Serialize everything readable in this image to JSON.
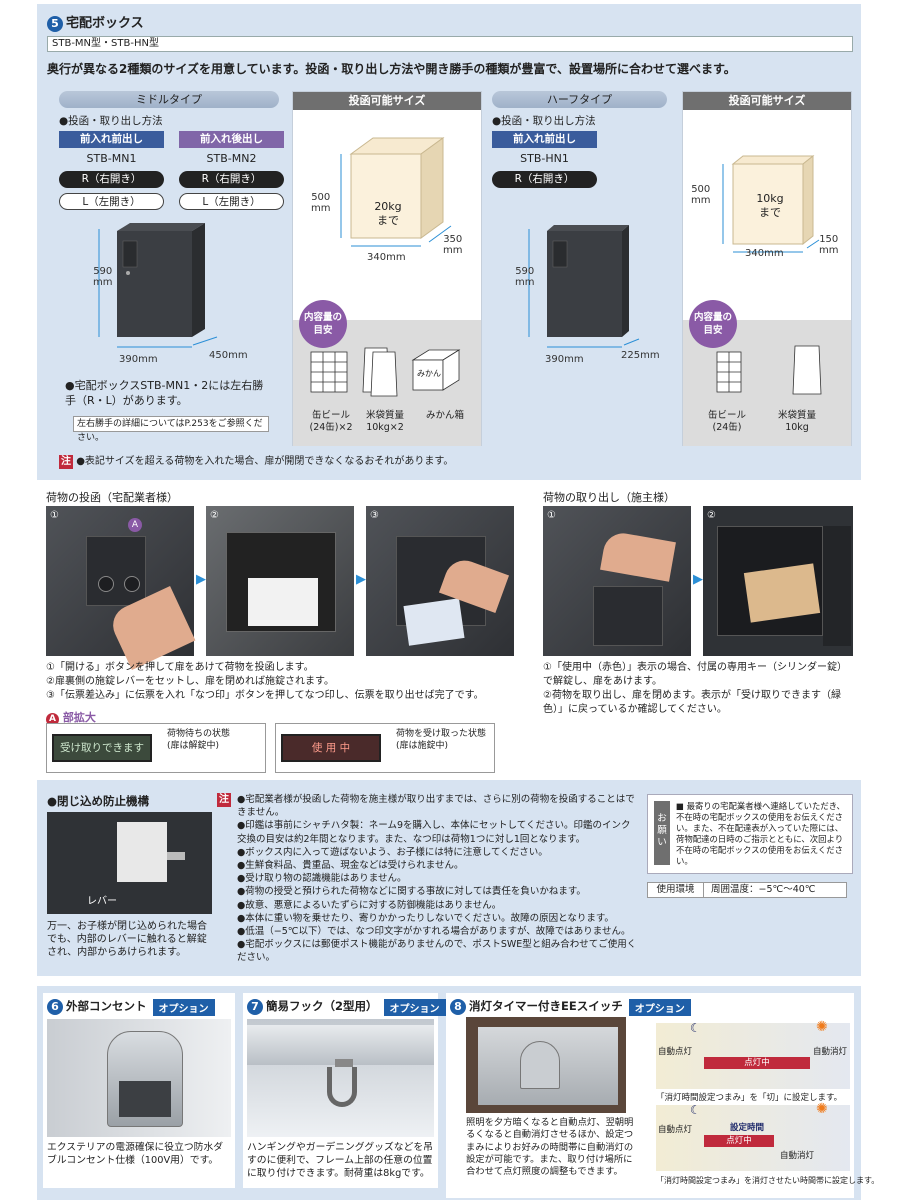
{
  "sec5": {
    "num": "5",
    "title": "宅配ボックス",
    "model_tag": "STB-MN型・STB-HN型",
    "intro": "奥行が異なる2種類のサイズを用意しています。投函・取り出し方法や開き勝手の種類が豊富で、設置場所に合わせて選べます。",
    "middle": {
      "type_label": "ミドルタイプ",
      "method_title": "●投函・取り出し方法",
      "col1_label": "前入れ前出し",
      "col1_model": "STB-MN1",
      "col2_label": "前入れ後出し",
      "col2_model": "STB-MN2",
      "r_label": "R（右開き）",
      "l_label": "L（左開き）",
      "h_dim": "590",
      "unit": "mm",
      "w_dim": "390mm",
      "d_dim": "450mm",
      "note1": "●宅配ボックスSTB-MN1・2には左右勝手（R・L）があります。",
      "note2": "左右勝手の詳細についてはP.253をご参照ください。"
    },
    "middle_size": {
      "header": "投函可能サイズ",
      "h": "500",
      "h_unit": "mm",
      "w": "340mm",
      "d": "350",
      "d_unit": "mm",
      "weight1": "20kg",
      "weight2": "まで",
      "badge1": "内容量の",
      "badge2": "目安",
      "item1a": "缶ビール",
      "item1b": "(24缶)×2",
      "item2a": "米袋質量",
      "item2b": "10kg×2",
      "item3a": "みかん箱",
      "box_text": "みかん"
    },
    "half": {
      "type_label": "ハーフタイプ",
      "method_title": "●投函・取り出し方法",
      "col1_label": "前入れ前出し",
      "col1_model": "STB-HN1",
      "r_label": "R（右開き）",
      "h_dim": "590",
      "unit": "mm",
      "w_dim": "390mm",
      "d_dim": "225mm"
    },
    "half_size": {
      "header": "投函可能サイズ",
      "h": "500",
      "h_unit": "mm",
      "w": "340mm",
      "d": "150",
      "d_unit": "mm",
      "weight1": "10kg",
      "weight2": "まで",
      "badge1": "内容量の",
      "badge2": "目安",
      "item1a": "缶ビール",
      "item1b": "(24缶)",
      "item2a": "米袋質量",
      "item2b": "10kg"
    },
    "caution_mark": "注",
    "caution": "●表記サイズを超える荷物を入れた場合、扉が開閉できなくなるおそれがあります。"
  },
  "deliver": {
    "title": "荷物の投函（宅配業者様）",
    "step1": "①",
    "step2": "②",
    "step3": "③",
    "marker": "A",
    "cap1": "①「開ける」ボタンを押して扉をあけて荷物を投函します。",
    "cap2": "②扉裏側の施錠レバーをセットし、扉を閉めれば施錠されます。",
    "cap3": "③「伝票差込み」に伝票を入れ「なつ印」ボタンを押してなつ印し、伝票を取り出せば完了です。",
    "zoom_mark": "A",
    "zoom_label": "部拡大",
    "disp1": "受け取りできます",
    "disp1_desc1": "荷物待ちの状態",
    "disp1_desc2": "(扉は解錠中)",
    "disp2": "使 用 中",
    "disp2_desc1": "荷物を受け取った状態",
    "disp2_desc2": "(扉は施錠中)"
  },
  "pickup": {
    "title": "荷物の取り出し（施主様）",
    "step1": "①",
    "step2": "②",
    "cap1": "①「使用中（赤色）」表示の場合、付属の専用キー（シリンダー錠）で解錠し、扉をあけます。",
    "cap2": "②荷物を取り出し、扉を閉めます。表示が「受け取りできます（緑色）」に戻っているか確認してください。"
  },
  "lockin": {
    "title": "●閉じ込め防止機構",
    "lever": "レバー",
    "desc": "万一、お子様が閉じ込められた場合でも、内部のレバーに触れると解錠され、内部からあけられます。"
  },
  "notes": {
    "mark": "注",
    "items": [
      "●宅配業者様が投函した荷物を施主様が取り出すまでは、さらに別の荷物を投函することはできません。",
      "●印鑑は事前にシャチハタ製：ネーム9を購入し、本体にセットしてください。印鑑のインク交換の目安は約2年間となります。また、なつ印は荷物1つに対し1回となります。",
      "●ボックス内に入って遊ばないよう、お子様には特に注意してください。",
      "●生鮮食料品、貴重品、現金などは受けられません。",
      "●受け取り物の認識機能はありません。",
      "●荷物の授受と預けられた荷物などに関する事故に対しては責任を負いかねます。",
      "●故意、悪意によるいたずらに対する防御機能はありません。",
      "●本体に重い物を乗せたり、寄りかかったりしないでください。故障の原因となります。",
      "●低温（−5℃以下）では、なつ印文字がかすれる場合がありますが、故障ではありません。",
      "●宅配ボックスには郵便ポスト機能がありませんので、ポストSWE型と組み合わせてご使用ください。"
    ]
  },
  "request": {
    "label": "お願い",
    "text": "■ 最寄りの宅配業者様へ連絡していただき、不在時の宅配ボックスの使用をお伝えください。また、不在配達表が入っていた際には、荷物配達の日時のご指示とともに、次回より不在時の宅配ボックスの使用をお伝えください。",
    "env_label": "使用環境",
    "env_value": "周囲温度：−5℃〜40℃"
  },
  "sec6": {
    "num": "6",
    "title": "外部コンセント",
    "option": "オプション",
    "desc": "エクステリアの電源確保に役立つ防水ダブルコンセント仕様（100V用）です。"
  },
  "sec7": {
    "num": "7",
    "title": "簡易フック（2型用）",
    "option": "オプション",
    "desc": "ハンギングやガーデニンググッズなどを吊すのに便利で、フレーム上部の任意の位置に取り付けできます。耐荷重は8kgです。"
  },
  "sec8": {
    "num": "8",
    "title": "消灯タイマー付きEEスイッチ",
    "option": "オプション",
    "desc": "照明を夕方暗くなると自動点灯、翌朝明るくなると自動消灯させるほか、設定つまみによりお好みの時間帯に自動消灯の設定が可能です。また、取り付け場所に合わせて点灯照度の調整もできます。",
    "auto_on": "自動点灯",
    "auto_off": "自動消灯",
    "lit": "点灯中",
    "cap1": "「消灯時間設定つまみ」を「切」に設定します。",
    "set_time": "設定時間",
    "cap2": "「消灯時間設定つまみ」を消灯させたい時間帯に設定します。"
  },
  "colors": {
    "accent": "#1f5fa8",
    "panel": "#d7e3f1",
    "caution": "#c02a3c",
    "purple": "#8a5aa6"
  }
}
